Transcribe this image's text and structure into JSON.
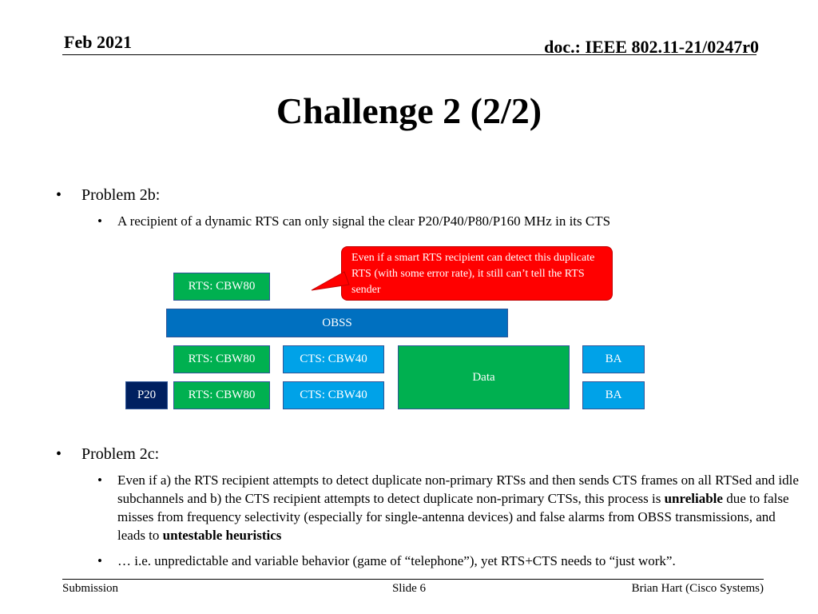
{
  "header": {
    "date": "Feb 2021",
    "doc_id": "doc.: IEEE 802.11-21/0247r0"
  },
  "title": "Challenge 2 (2/2)",
  "section_b": {
    "heading": "Problem 2b:",
    "sub_bullets": [
      "A recipient of a dynamic RTS can only signal the clear P20/P40/P80/P160 MHz in its CTS"
    ]
  },
  "diagram": {
    "callout": "Even if a smart RTS recipient can detect this duplicate RTS (with some error rate), it still can’t tell the RTS sender",
    "rts_top": "RTS: CBW80",
    "obss": "OBSS",
    "rts_mid": "RTS: CBW80",
    "cts_mid": "CTS: CBW40",
    "data": "Data",
    "ba_top": "BA",
    "p20": "P20",
    "rts_bottom": "RTS: CBW80",
    "cts_bottom": "CTS: CBW40",
    "ba_bottom": "BA"
  },
  "section_c": {
    "heading": "Problem 2c:",
    "bullet1": {
      "text_a": "Even if a) the RTS recipient attempts to detect duplicate non-primary RTSs and then sends CTS frames on all RTSed and idle subchannels and b) the CTS recipient attempts to detect duplicate non-primary CTSs, this process is ",
      "bold_a": "unreliable",
      "text_b": " due to false misses from frequency selectivity (especially for single-antenna devices) and false alarms from OBSS transmissions, and leads to ",
      "bold_b": "untestable heuristics"
    },
    "bullet2": "… i.e. unpredictable and variable behavior (game of “telephone”), yet RTS+CTS needs to “just work”."
  },
  "footer": {
    "left": "Submission",
    "center": "Slide 6",
    "right": "Brian Hart (Cisco Systems)"
  },
  "bullet_symbol": "•"
}
